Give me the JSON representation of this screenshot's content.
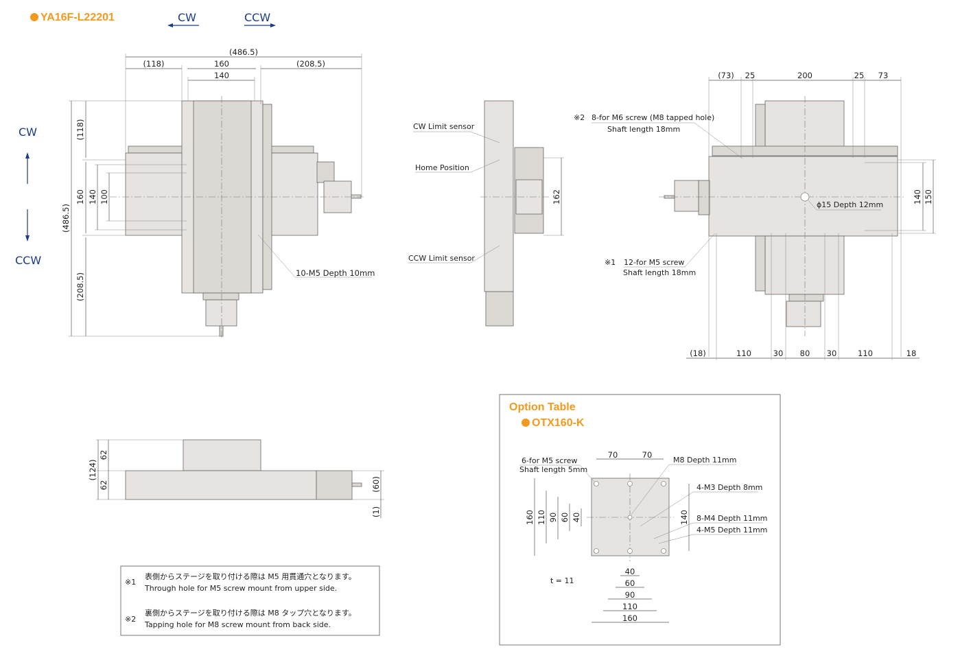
{
  "header": {
    "model": "YA16F-L22201",
    "cw": "CW",
    "ccw": "CCW",
    "cw_v": "CW",
    "ccw_v": "CCW"
  },
  "top_view": {
    "h_dims": [
      "(486.5)",
      "(118)",
      "160",
      "(208.5)",
      "140"
    ],
    "v_dims": [
      "(118)",
      "160",
      "140",
      "100",
      "(486.5)",
      "(208.5)"
    ],
    "callout": "10-M5 Depth 10mm"
  },
  "side_view": {
    "cw_limit": "CW Limit sensor",
    "home": "Home Position",
    "ccw_limit": "CCW Limit sensor",
    "dim": "162"
  },
  "right_view": {
    "top_dims": [
      "(73)",
      "25",
      "200",
      "25",
      "73"
    ],
    "note2_mark": "※2",
    "note2_line1": "8-for M6 screw (M8 tapped hole)",
    "note2_line2": "Shaft length 18mm",
    "center_hole": "ϕ15 Depth 12mm",
    "v_dims": [
      "140",
      "150"
    ],
    "note1_mark": "※1",
    "note1_line1": "12-for M5 screw",
    "note1_line2": "Shaft length 18mm",
    "bottom_dims": [
      "(18)",
      "110",
      "30",
      "80",
      "30",
      "110",
      "18"
    ]
  },
  "front_view": {
    "dims": [
      "(124)",
      "62",
      "62",
      "(60)",
      "(1)"
    ]
  },
  "notes": {
    "n1_mark": "※1",
    "n1_jp": "表側からステージを取り付ける際は M5 用貫通穴となります。",
    "n1_en": "Through hole for M5 screw mount from upper side.",
    "n2_mark": "※2",
    "n2_jp": "裏側からステージを取り付ける際は M8 タップ穴となります。",
    "n2_en": "Tapping hole for M8 screw mount from back side."
  },
  "option": {
    "title": "Option Table",
    "model": "OTX160-K",
    "top_dims": [
      "70",
      "70"
    ],
    "screw_line1": "6-for M5 screw",
    "screw_line2": "Shaft length 5mm",
    "m8": "M8 Depth 11mm",
    "m3": "4-M3 Depth 8mm",
    "m4": "8-M4 Depth 11mm",
    "m5": "4-M5 Depth 11mm",
    "left_dims": [
      "160",
      "110",
      "90",
      "60",
      "40"
    ],
    "right_dim": "140",
    "bottom_dims": [
      "40",
      "60",
      "90",
      "110",
      "160"
    ],
    "thickness": "t = 11"
  },
  "colors": {
    "accent": "#f39a1e",
    "arrow": "#1a3a8c"
  }
}
